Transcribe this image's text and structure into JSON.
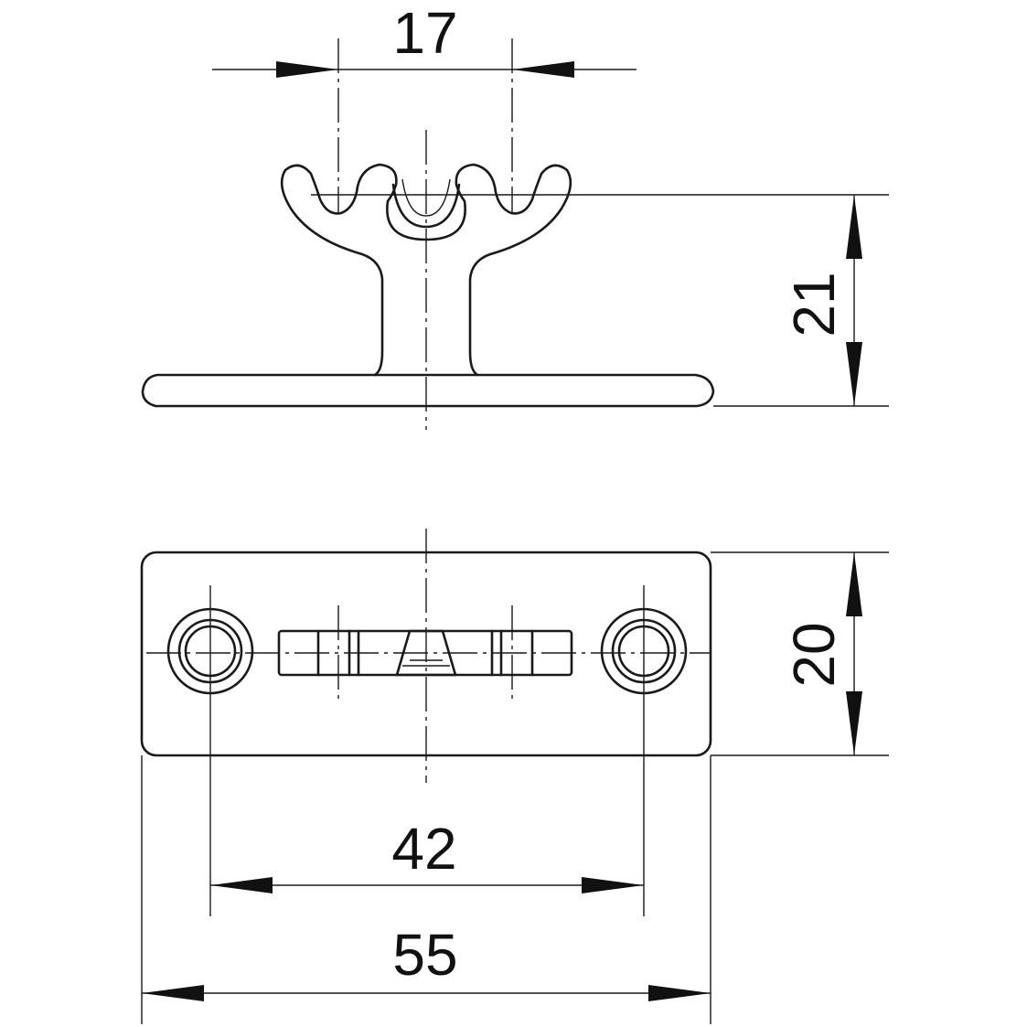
{
  "dimensions": {
    "top_spacing": "17",
    "height": "21",
    "width": "20",
    "hole_spacing": "42",
    "overall_length": "55"
  },
  "colors": {
    "line": "#1a1a1a",
    "background": "#ffffff"
  }
}
